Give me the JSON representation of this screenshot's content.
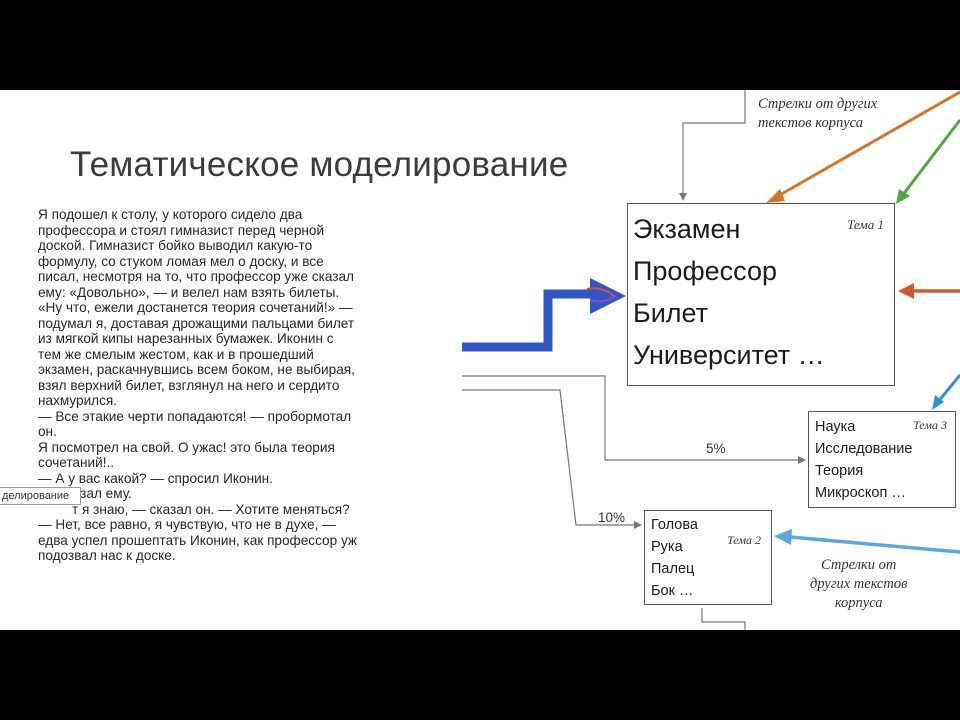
{
  "slide": {
    "title": "Тематическое моделирование",
    "passage_lines": [
      "Я подошел к столу, у которого сидело два",
      "профессора и стоял гимназист перед черной",
      "доской. Гимназист бойко выводил какую-то",
      "формулу, со стуком ломая мел о доску, и все",
      "писал, несмотря на то, что профессор уже сказал",
      "ему: «Довольно», — и велел нам взять билеты.",
      "«Ну что, ежели достанется теория сочетаний!» —",
      "подумал я, доставая дрожащими пальцами билет",
      "из мягкой кипы нарезанных бумажек. Иконин с",
      "тем же смелым жестом, как и в прошедший",
      "экзамен, раскачнувшись всем боком, не выбирая,",
      "взял верхний билет, взглянул на него и сердито",
      "нахмурился.",
      "— Все этакие черти попадаются! — пробормотал",
      "он.",
      "Я посмотрел на свой. О ужас! это была теория",
      "сочетаний!..",
      "— А у вас какой? — спросил Иконин.",
      "Я показал ему.",
      "         т я знаю, — сказал он. — Хотите меняться?",
      "— Нет, все равно, я чувствую, что не в духе, —",
      "едва успел прошептать Иконин, как профессор уж",
      "подозвал нас к доске."
    ],
    "doc_tag": "делирование",
    "topics": {
      "t1": {
        "label": "Тема 1",
        "words": [
          "Экзамен",
          "Профессор",
          "Билет",
          "Университет …"
        ]
      },
      "t3": {
        "label": "Тема 3",
        "words": [
          "Наука",
          "Исследование",
          "Теория",
          "Микроскоп …"
        ]
      },
      "t2": {
        "label": "Тема 2",
        "words": [
          "Голова",
          "Рука",
          "Палец",
          "Бок …"
        ]
      }
    },
    "notes": {
      "top": [
        "Стрелки от других",
        "текстов корпуса"
      ],
      "bottom": [
        "Стрелки от",
        "других текстов",
        "корпуса"
      ]
    },
    "percentages": {
      "t3": "5%",
      "t2": "10%"
    },
    "colors": {
      "main_arrow": "#2f55c6",
      "orange_arrow": "#d5742a",
      "green_arrow": "#4fa83f",
      "red_arrow": "#cf5a2e",
      "blue_arrow": "#2f8fd2",
      "light_blue_arrow": "#5aa6de"
    }
  }
}
